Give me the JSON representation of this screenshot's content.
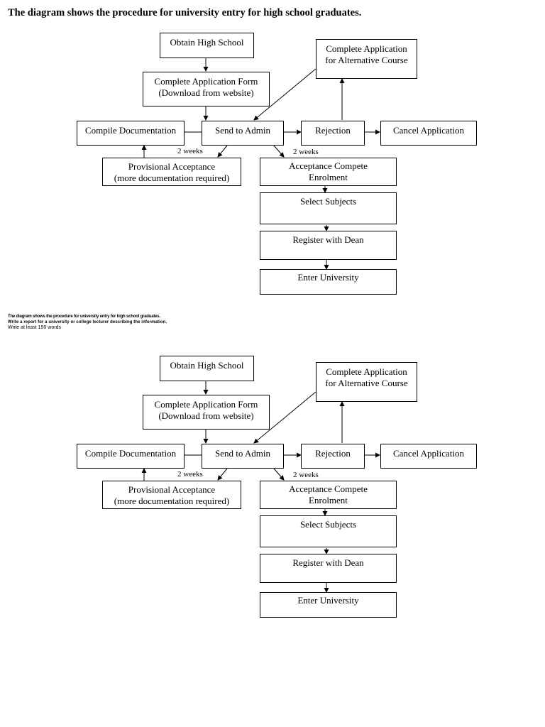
{
  "title": "The diagram shows the procedure for university entry for high school graduates.",
  "flowchart": {
    "obtain": "Obtain High School",
    "form_l1": "Complete Application Form",
    "form_l2": "(Download from website)",
    "alt_l1": "Complete Application",
    "alt_l2": "for Alternative Course",
    "compile": "Compile Documentation",
    "send": "Send to Admin",
    "rejection": "Rejection",
    "cancel": "Cancel Application",
    "weeks_left": "2 weeks",
    "weeks_right": "2 weeks",
    "prov_l1": "Provisional Acceptance",
    "prov_l2": "(more documentation required)",
    "accept_l1": "Acceptance Compete",
    "accept_l2": "Enrolment",
    "subjects": "Select Subjects",
    "register": "Register with Dean",
    "enter": "Enter University"
  },
  "task": {
    "line1": "The diagram shows the procedure for university entry for high school graduates.",
    "line2": "Write a report for a university or college lecturer describing the information.",
    "line3": "Write at least 150 words"
  }
}
